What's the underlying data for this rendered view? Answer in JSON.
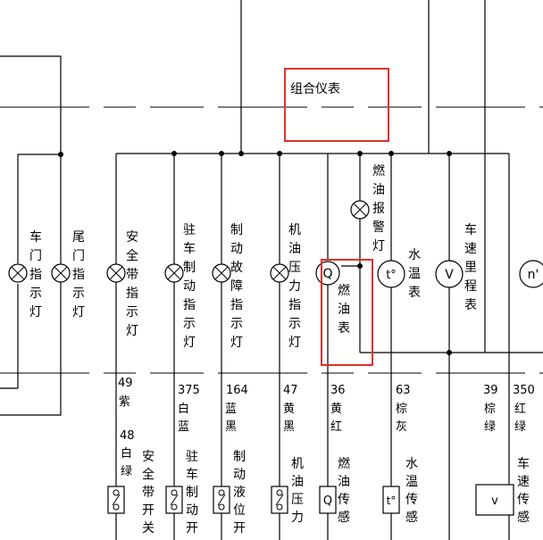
{
  "panel_label": "组合仪表",
  "indicators": [
    {
      "id": "door",
      "label": [
        "车",
        "门",
        "指",
        "示",
        "灯"
      ]
    },
    {
      "id": "tail",
      "label": [
        "尾",
        "门",
        "指",
        "示",
        "灯"
      ]
    },
    {
      "id": "belt",
      "label": [
        "安",
        "全",
        "带",
        "指",
        "示",
        "灯"
      ]
    },
    {
      "id": "parking",
      "label": [
        "驻",
        "车",
        "制",
        "动",
        "指",
        "示",
        "灯"
      ]
    },
    {
      "id": "brakefault",
      "label": [
        "制",
        "动",
        "故",
        "障",
        "指",
        "示",
        "灯"
      ]
    },
    {
      "id": "oil",
      "label": [
        "机",
        "油",
        "压",
        "力",
        "指",
        "示",
        "灯"
      ]
    }
  ],
  "fuel_warn_label": [
    "燃",
    "油",
    "报",
    "警",
    "灯"
  ],
  "gauges": [
    {
      "id": "fuel",
      "symbol": "Q",
      "label": [
        "燃",
        "油",
        "表"
      ]
    },
    {
      "id": "temp",
      "symbol": "t°",
      "label": [
        "水",
        "温",
        "表"
      ]
    },
    {
      "id": "speed",
      "symbol": "V",
      "label": [
        "车",
        "速",
        "里",
        "程",
        "表"
      ]
    },
    {
      "id": "tacho",
      "symbol": "n'"
    }
  ],
  "wires": [
    {
      "id": "w49",
      "number": "49",
      "color": "紫"
    },
    {
      "id": "w48",
      "number": "48",
      "color": "白绿"
    },
    {
      "id": "w375",
      "number": "375",
      "color": "白蓝"
    },
    {
      "id": "w164",
      "number": "164",
      "color": "蓝黑"
    },
    {
      "id": "w47",
      "number": "47",
      "color": "黄黑"
    },
    {
      "id": "w36",
      "number": "36",
      "color": "黄红"
    },
    {
      "id": "w63",
      "number": "63",
      "color": "棕灰"
    },
    {
      "id": "w39",
      "number": "39",
      "color": "棕绿"
    },
    {
      "id": "w350",
      "number": "350",
      "color": "红绿"
    }
  ],
  "sensors": [
    {
      "id": "belt_sw",
      "label": [
        "安",
        "全",
        "带",
        "开",
        "关"
      ]
    },
    {
      "id": "park_sw",
      "label": [
        "驻",
        "车",
        "制",
        "动",
        "开"
      ]
    },
    {
      "id": "brake_sw",
      "label": [
        "制",
        "动",
        "液",
        "位",
        "开"
      ]
    },
    {
      "id": "oil_sw",
      "label": [
        "机",
        "油",
        "压",
        "力"
      ]
    },
    {
      "id": "fuel_snd",
      "symbol": "Q",
      "label": [
        "燃",
        "油",
        "传",
        "感"
      ]
    },
    {
      "id": "temp_snd",
      "symbol": "t°",
      "label": [
        "水",
        "温",
        "传",
        "感"
      ]
    },
    {
      "id": "speed_snd",
      "symbol": "v",
      "label": [
        "车",
        "速",
        "传",
        "感"
      ]
    }
  ]
}
